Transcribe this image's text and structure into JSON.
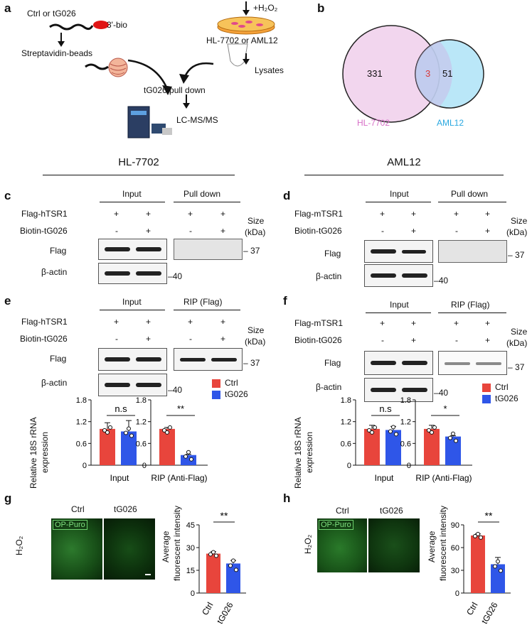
{
  "panels": {
    "a": "a",
    "b": "b",
    "c": "c",
    "d": "d",
    "e": "e",
    "f": "f",
    "g": "g",
    "h": "h"
  },
  "a": {
    "probe": "Ctrl or tG026",
    "bio": "3'-bio",
    "beads": "Streptavidin-beads",
    "h2o2": "+H₂O₂",
    "cells": "HL-7702 or AML12",
    "lysates": "Lysates",
    "pulldown": "tG026 pull down",
    "ms": "LC-MS/MS"
  },
  "venn": {
    "left_count": "331",
    "overlap": "3",
    "right_count": "51",
    "left_label": "HL-7702",
    "right_label": "AML12",
    "left_color": "#f2d6ee",
    "right_color": "#aee3f7",
    "overlap_color": "#d93a3a"
  },
  "sections": {
    "left": "HL-7702",
    "right": "AML12"
  },
  "blot_labels": {
    "input": "Input",
    "pulldown": "Pull down",
    "rip": "RIP (Flag)",
    "flag_h": "Flag-hTSR1",
    "flag_m": "Flag-mTSR1",
    "biotin": "Biotin-tG026",
    "size": "Size",
    "kda": "(kDa)",
    "flag": "Flag",
    "actin": "β-actin",
    "m37": "37",
    "m40": "40",
    "plus": "+",
    "minus": "-"
  },
  "legend": {
    "ctrl": "Ctrl",
    "tg": "tG026",
    "ctrl_color": "#e8453c",
    "tg_color": "#2f56e8"
  },
  "bar_axis": {
    "ylabel_1": "Relative 18S rRNA",
    "ylabel_2": "expression",
    "ticks": [
      "0",
      "0.6",
      "1.2",
      "1.8"
    ],
    "x_input": "Input",
    "x_rip": "RIP (Anti-Flag)"
  },
  "sig": {
    "ns": "n.s",
    "two": "**",
    "one": "*"
  },
  "g": {
    "ctrl": "Ctrl",
    "tg": "tG026",
    "op": "OP-Puro",
    "h2o2": "H₂O₂",
    "ylabel_1": "Average",
    "ylabel_2": "fluorescent intensity",
    "ticks": [
      "0",
      "15",
      "30",
      "45"
    ],
    "sig": "**"
  },
  "h": {
    "ctrl": "Ctrl",
    "tg": "tG026",
    "op": "OP-Puro",
    "h2o2": "H₂O₂",
    "ylabel_1": "Average",
    "ylabel_2": "fluorescent intensity",
    "ticks": [
      "0",
      "30",
      "60",
      "90"
    ],
    "sig": "**"
  },
  "chart_data": [
    {
      "type": "bar",
      "panel": "e",
      "title": "",
      "categories": [
        "Input",
        "RIP (Anti-Flag)"
      ],
      "series": [
        {
          "name": "Ctrl",
          "values": [
            1.0,
            1.0
          ]
        },
        {
          "name": "tG026",
          "values": [
            0.93,
            0.28
          ]
        }
      ],
      "ylim": [
        0,
        1.8
      ],
      "ylabel": "Relative 18S rRNA expression",
      "errors": [
        [
          0.17,
          0.3
        ],
        [
          0.04,
          0.02
        ]
      ]
    },
    {
      "type": "bar",
      "panel": "f",
      "title": "",
      "categories": [
        "Input",
        "RIP (Anti-Flag)"
      ],
      "series": [
        {
          "name": "Ctrl",
          "values": [
            1.0,
            1.0
          ]
        },
        {
          "name": "tG026",
          "values": [
            0.97,
            0.79
          ]
        }
      ],
      "ylim": [
        0,
        1.8
      ],
      "ylabel": "Relative 18S rRNA expression",
      "errors": [
        [
          0.1,
          0.1
        ],
        [
          0.1,
          0.02
        ]
      ]
    },
    {
      "type": "bar",
      "panel": "g",
      "categories": [
        "Ctrl",
        "tG026"
      ],
      "values": [
        26,
        19.5
      ],
      "errors": [
        1.3,
        2.0
      ],
      "ylim": [
        0,
        45
      ],
      "ylabel": "Average fluorescent intensity"
    },
    {
      "type": "bar",
      "panel": "h",
      "categories": [
        "Ctrl",
        "tG026"
      ],
      "values": [
        76,
        38
      ],
      "errors": [
        2,
        9
      ],
      "ylim": [
        0,
        90
      ],
      "ylabel": "Average fluorescent intensity"
    }
  ]
}
